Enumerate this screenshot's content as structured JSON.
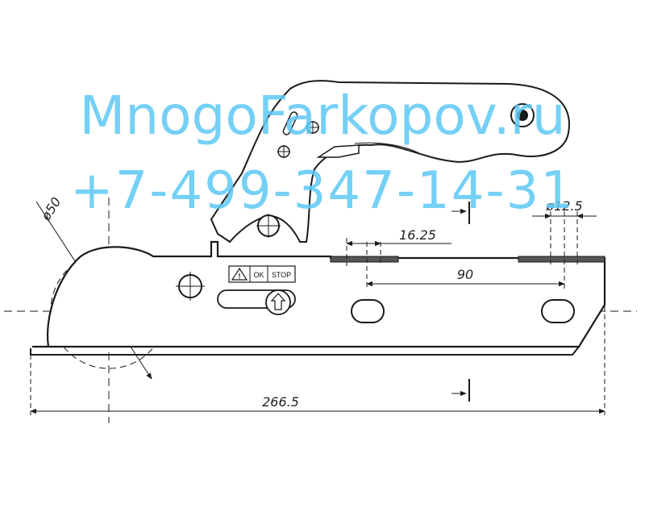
{
  "dimensions": {
    "overall_length": "266.5",
    "hole_spacing": "90",
    "hole_offset": "16.25",
    "hole_diameter": "ø12.5",
    "ball_diameter": "ø50"
  },
  "labels": {
    "ok": "OK",
    "stop": "STOP"
  },
  "watermark": {
    "line1": "MnogoFarkopov.ru",
    "line2": "+7-499-347-14-31",
    "color": "#5ec8f5"
  },
  "colors": {
    "line": "#1a1a1a",
    "pad": "#555555"
  }
}
